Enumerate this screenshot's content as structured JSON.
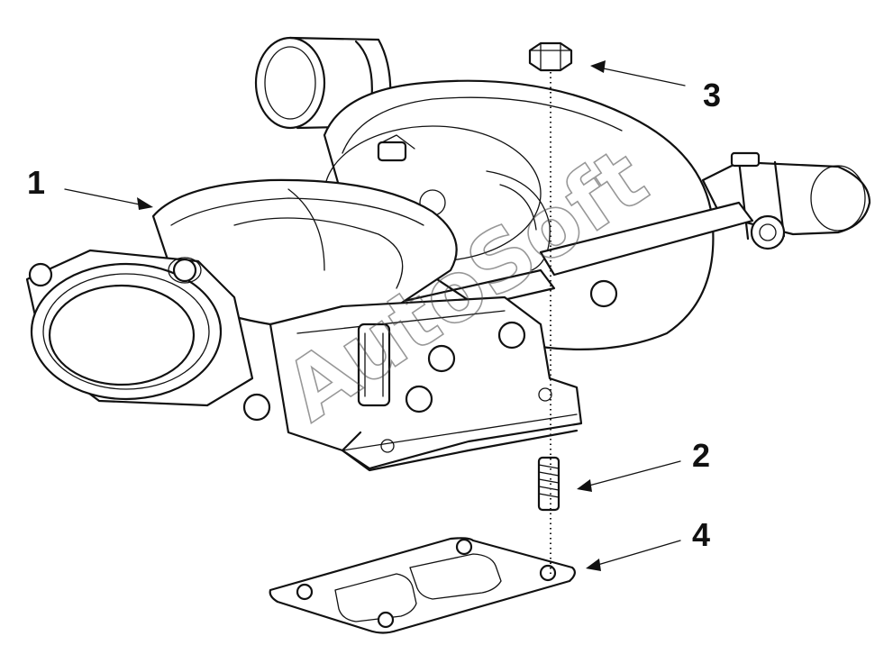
{
  "callouts": [
    {
      "id": "1",
      "label": "1"
    },
    {
      "id": "2",
      "label": "2"
    },
    {
      "id": "3",
      "label": "3"
    },
    {
      "id": "4",
      "label": "4"
    }
  ],
  "watermark": "AutoSoft",
  "colors": {
    "ink": "#111111",
    "paper": "#ffffff"
  }
}
